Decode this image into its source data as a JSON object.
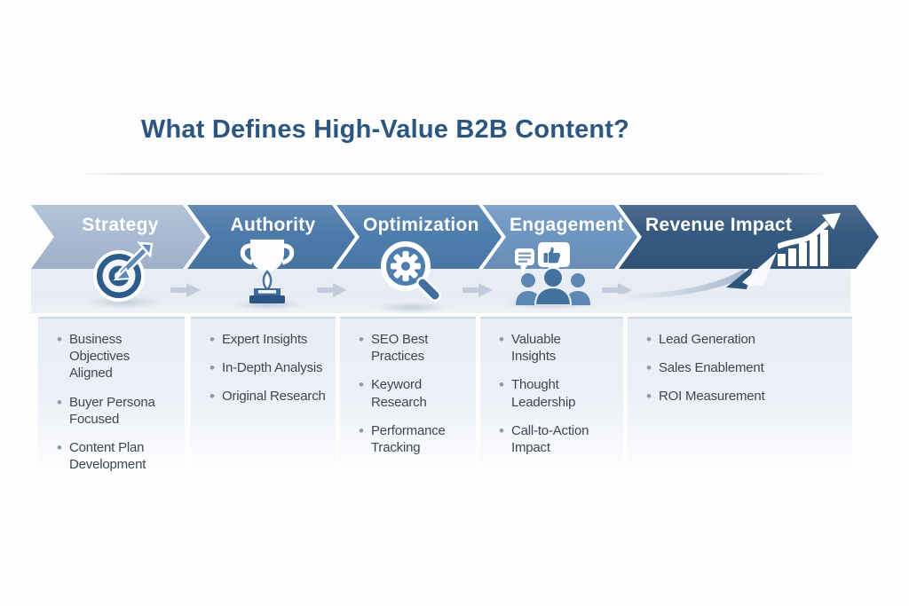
{
  "title": "What Defines High-Value B2B Content?",
  "stages": [
    {
      "label": "Strategy",
      "icon": "target-icon",
      "color": "#a9bbd3",
      "items": [
        "Business Objectives Aligned",
        "Buyer Persona Focused",
        "Content Plan Development"
      ]
    },
    {
      "label": "Authority",
      "icon": "trophy-icon",
      "color": "#4c7aa9",
      "items": [
        "Expert Insights",
        "In-Depth Analysis",
        "Original Research"
      ]
    },
    {
      "label": "Optimization",
      "icon": "magnifier-gear-icon",
      "color": "#4e7eae",
      "items": [
        "SEO Best Practices",
        "Keyword Research",
        "Performance Tracking"
      ]
    },
    {
      "label": "Engagement",
      "icon": "audience-icon",
      "color": "#6e96c1",
      "items": [
        "Valuable Insights",
        "Thought Leadership",
        "Call-to-Action Impact"
      ]
    },
    {
      "label": "Revenue Impact",
      "icon": "growth-chart-icon",
      "color": "#35597f",
      "items": [
        "Lead Generation",
        "Sales Enablement",
        "ROI Measurement"
      ]
    }
  ],
  "colors": {
    "title": "#2b567f",
    "banner_text": "#ffffff",
    "list_text": "#3e4654",
    "bullet": "#8e9aab",
    "panel_top": "#e8edf4",
    "connector_arrow": "#c2cbd9",
    "icon_dark_blue": "#2e5c8a",
    "icon_mid_blue": "#4a78a9",
    "icon_light_blue": "#5d89b8",
    "swoosh_navy": "#2e547b"
  }
}
